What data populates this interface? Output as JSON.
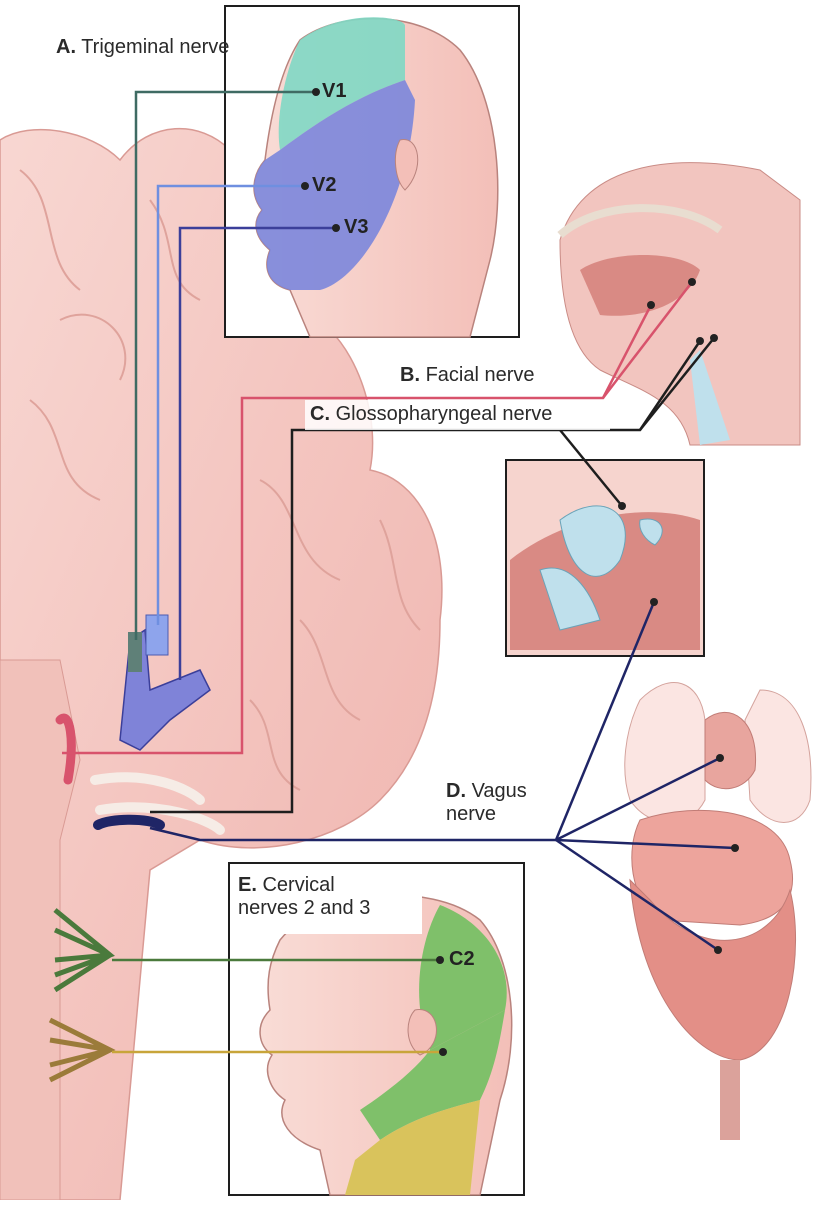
{
  "labels": {
    "trigeminal": {
      "letter": "A.",
      "name": "Trigeminal nerve"
    },
    "facial": {
      "letter": "B.",
      "name": "Facial nerve"
    },
    "glosso": {
      "letter": "C.",
      "name": "Glossopharyngeal nerve"
    },
    "vagus": {
      "letter": "D.",
      "name": "Vagus",
      "name2": "nerve"
    },
    "cervical": {
      "letter": "E.",
      "name": "Cervical",
      "name2": "nerves 2 and 3"
    }
  },
  "tags": {
    "v1": "V1",
    "v2": "V2",
    "v3": "V3",
    "c2": "C2"
  },
  "colors": {
    "trigeminal_v1": "#3f6b63",
    "trigeminal_v2": "#6f8fe0",
    "trigeminal_v3": "#3b3f9a",
    "facial": "#d8536c",
    "glosso": "#1e1e1e",
    "vagus": "#1f2566",
    "c2": "#4a7a3c",
    "c3": "#c8a53a",
    "tissue": "#f4c6c0",
    "tissue_dark": "#d98a84",
    "v1_zone": "#7fd8c4",
    "v2v3_zone": "#7b86dc",
    "c2_zone": "#7fc06a",
    "c3_zone": "#d9c35c"
  }
}
